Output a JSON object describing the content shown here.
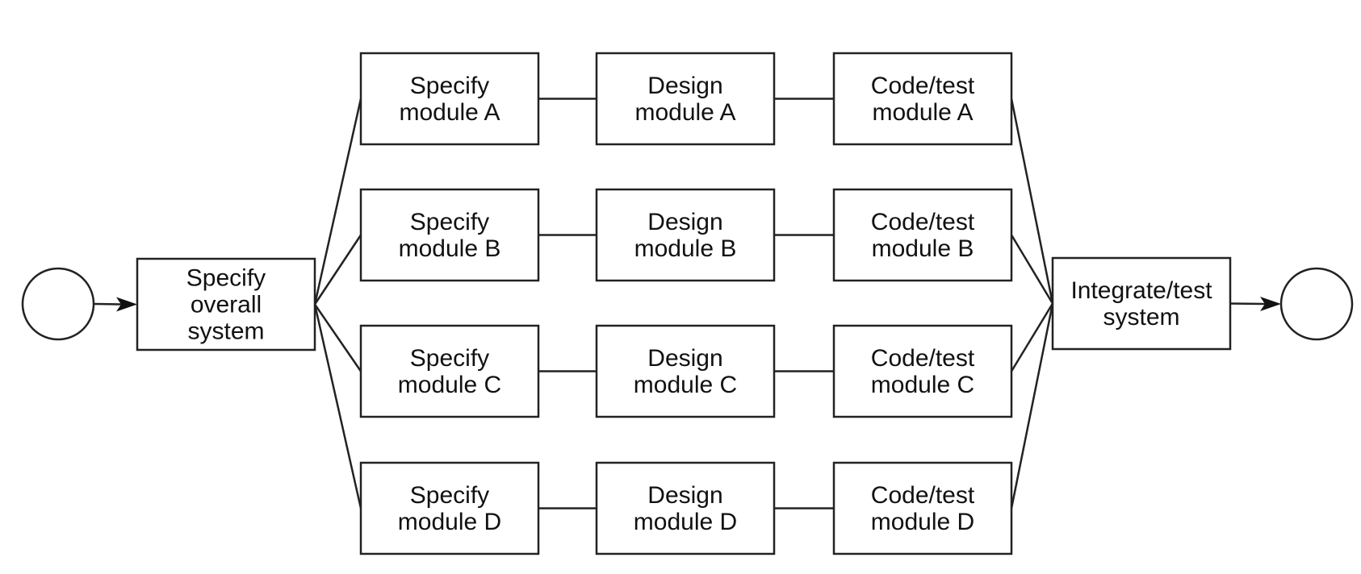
{
  "colors": {
    "stroke": "#222222",
    "text": "#111111",
    "background": "#ffffff"
  },
  "nodes": {
    "start": {
      "kind": "terminal"
    },
    "end": {
      "kind": "terminal"
    },
    "specify_overall": {
      "label": [
        "Specify",
        "overall",
        "system"
      ]
    },
    "specify_a": {
      "label": [
        "Specify",
        "module A"
      ]
    },
    "design_a": {
      "label": [
        "Design",
        "module A"
      ]
    },
    "code_a": {
      "label": [
        "Code/test",
        "module A"
      ]
    },
    "specify_b": {
      "label": [
        "Specify",
        "module B"
      ]
    },
    "design_b": {
      "label": [
        "Design",
        "module B"
      ]
    },
    "code_b": {
      "label": [
        "Code/test",
        "module B"
      ]
    },
    "specify_c": {
      "label": [
        "Specify",
        "module C"
      ]
    },
    "design_c": {
      "label": [
        "Design",
        "module C"
      ]
    },
    "code_c": {
      "label": [
        "Code/test",
        "module C"
      ]
    },
    "specify_d": {
      "label": [
        "Specify",
        "module D"
      ]
    },
    "design_d": {
      "label": [
        "Design",
        "module D"
      ]
    },
    "code_d": {
      "label": [
        "Code/test",
        "module D"
      ]
    },
    "integrate": {
      "label": [
        "Integrate/test",
        "system"
      ]
    }
  },
  "edges": [
    {
      "from": "start",
      "to": "specify_overall",
      "arrow": true
    },
    {
      "from": "specify_overall",
      "to": "specify_a"
    },
    {
      "from": "specify_overall",
      "to": "specify_b"
    },
    {
      "from": "specify_overall",
      "to": "specify_c"
    },
    {
      "from": "specify_overall",
      "to": "specify_d"
    },
    {
      "from": "specify_a",
      "to": "design_a"
    },
    {
      "from": "design_a",
      "to": "code_a"
    },
    {
      "from": "specify_b",
      "to": "design_b"
    },
    {
      "from": "design_b",
      "to": "code_b"
    },
    {
      "from": "specify_c",
      "to": "design_c"
    },
    {
      "from": "design_c",
      "to": "code_c"
    },
    {
      "from": "specify_d",
      "to": "design_d"
    },
    {
      "from": "design_d",
      "to": "code_d"
    },
    {
      "from": "code_a",
      "to": "integrate"
    },
    {
      "from": "code_b",
      "to": "integrate"
    },
    {
      "from": "code_c",
      "to": "integrate"
    },
    {
      "from": "code_d",
      "to": "integrate"
    },
    {
      "from": "integrate",
      "to": "end",
      "arrow": true
    }
  ]
}
